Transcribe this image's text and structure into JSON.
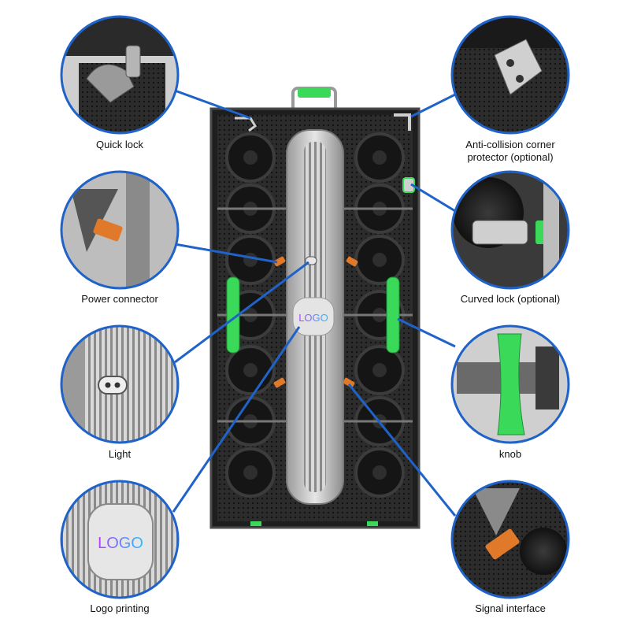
{
  "colors": {
    "callout_ring": "#1f63c9",
    "leader_line": "#1f63c9",
    "cabinet_frame": "#2a2a2a",
    "cabinet_grill": "#1a1a1a",
    "spine_silver": "#c8c8c8",
    "handle_green": "#3bd95a",
    "connector_orange": "#e07a2a",
    "logo_gradient_start": "#b43cff",
    "logo_gradient_end": "#27c0ff"
  },
  "product": {
    "logo_text": "LOGO"
  },
  "callouts": {
    "quick_lock": {
      "label": "Quick lock",
      "icon": "quick-lock-closeup"
    },
    "anti_collision": {
      "label_line1": "Anti-collision corner",
      "label_line2": "protector (optional)",
      "icon": "corner-protector-closeup"
    },
    "power_connector": {
      "label": "Power connector",
      "icon": "power-connector-closeup"
    },
    "curved_lock": {
      "label": "Curved lock (optional)",
      "icon": "curved-lock-closeup"
    },
    "light": {
      "label": "Light",
      "icon": "indicator-light-closeup"
    },
    "knob": {
      "label": "knob",
      "icon": "green-knob-closeup"
    },
    "logo_printing": {
      "label": "Logo printing",
      "logo_text": "LOGO",
      "icon": "logo-plate-closeup"
    },
    "signal_interface": {
      "label": "Signal interface",
      "icon": "signal-connector-closeup"
    }
  }
}
